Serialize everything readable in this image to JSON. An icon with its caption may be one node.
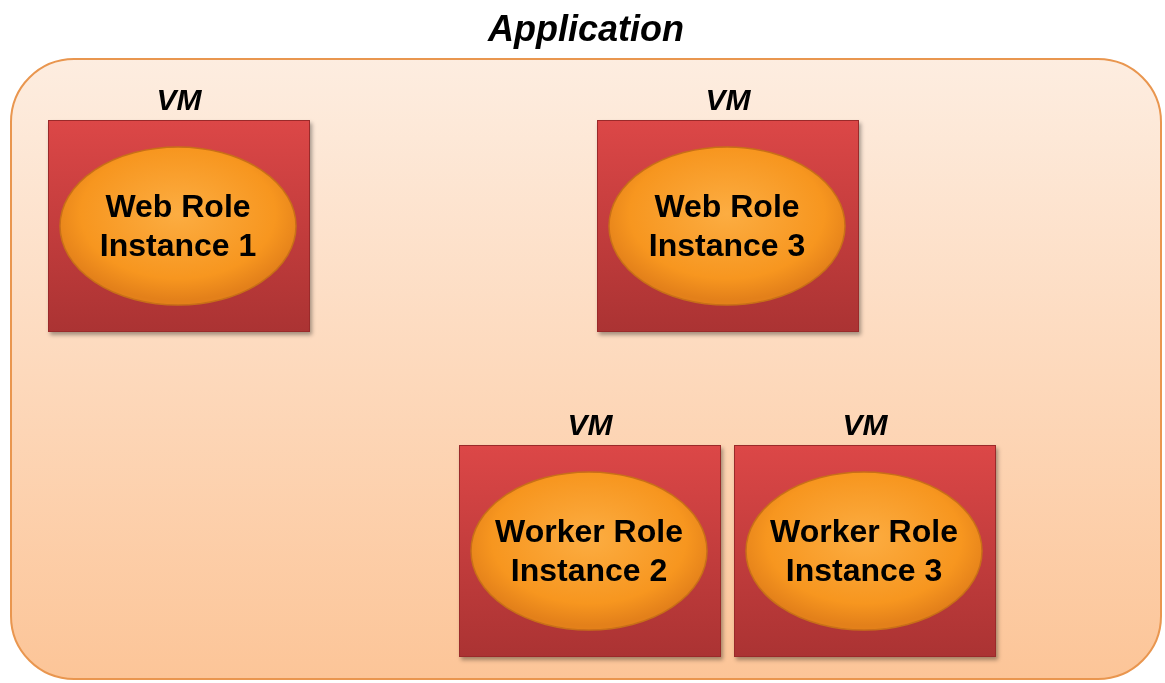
{
  "diagram": {
    "nodes": [
      {
        "text": [
          "Application"
        ]
      },
      {
        "text": [
          "VM"
        ],
        "in": 0
      },
      {
        "text": [
          "Web Role Instance 1"
        ],
        "in": 1
      },
      {
        "text": [
          "VM"
        ],
        "in": 0
      },
      {
        "text": [
          "Web Role Instance 3"
        ],
        "in": 3
      },
      {
        "text": [
          "VM"
        ],
        "in": 0
      },
      {
        "text": [
          "Worker Role Instance 2"
        ],
        "in": 5
      },
      {
        "text": [
          "VM"
        ],
        "in": 0
      },
      {
        "text": [
          "Worker Role Instance 3"
        ],
        "in": 7
      }
    ]
  }
}
